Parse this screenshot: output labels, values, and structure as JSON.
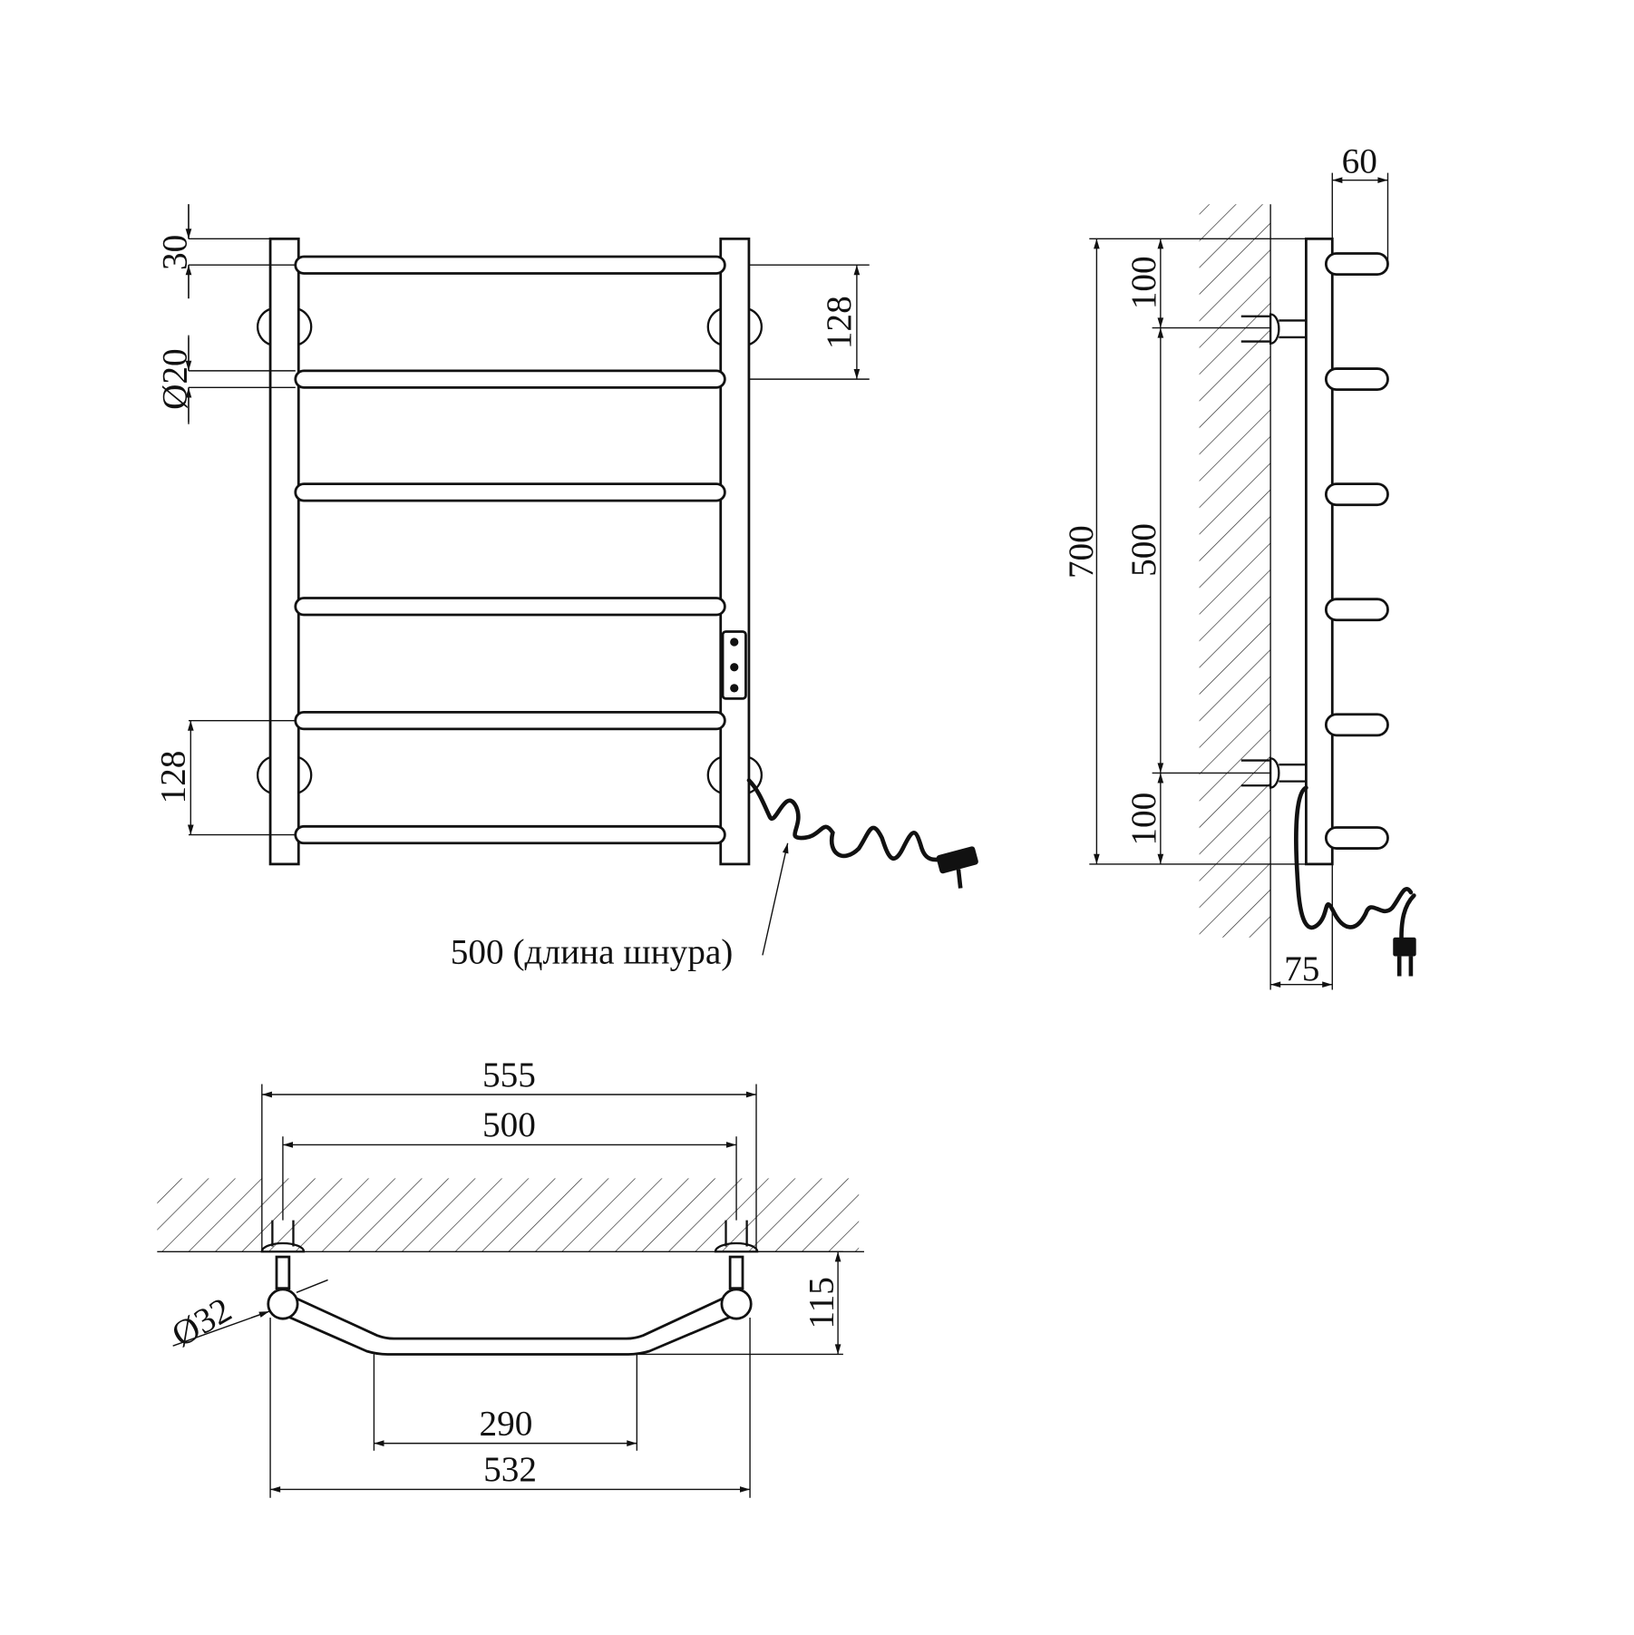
{
  "front_view": {
    "dim_top_offset": "30",
    "dim_tube_diameter": "Ø20",
    "dim_mount_spacing_top": "128",
    "dim_mount_spacing_bottom": "128",
    "cord_length_label": "500 (длина шнура)"
  },
  "side_view": {
    "dim_depth": "60",
    "dim_total_height": "700",
    "dim_top_mount": "100",
    "dim_mount_distance": "500",
    "dim_bottom_mount": "100",
    "dim_wall_offset": "75"
  },
  "top_view": {
    "dim_overall_width": "555",
    "dim_mount_centers": "500",
    "dim_wall_depth": "115",
    "dim_bend_width": "290",
    "dim_post_width": "532",
    "dim_post_diameter": "Ø32"
  }
}
